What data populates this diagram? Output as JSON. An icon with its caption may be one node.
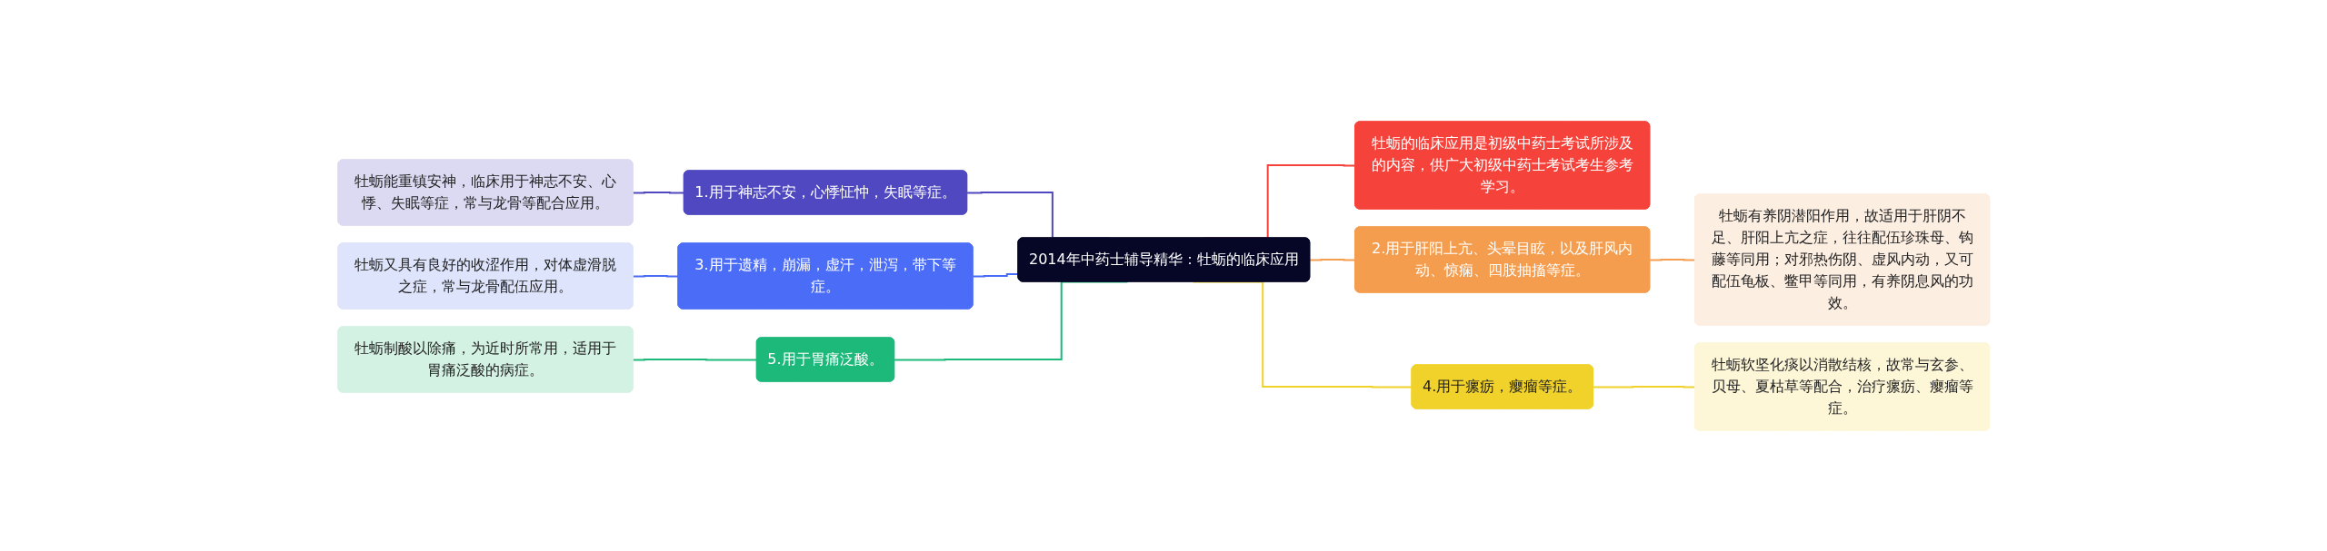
{
  "diagram": {
    "nodes": [
      {
        "text": [
          "2014年中药士辅导精华：牡蛎的临床应用"
        ]
      },
      {
        "text": [
          "1.用于神志不安，心悸怔忡，失眠等症。"
        ]
      },
      {
        "text": [
          "牡蛎能重镇安神，临床用于神志不安、心悸、失眠等症，常与龙骨等配合应用。"
        ]
      },
      {
        "text": [
          "3.用于遗精，崩漏，虚汗，泄泻，带下等症。"
        ]
      },
      {
        "text": [
          "牡蛎又具有良好的收涩作用，对体虚滑脱之症，常与龙骨配伍应用。"
        ]
      },
      {
        "text": [
          "5.用于胃痛泛酸。"
        ]
      },
      {
        "text": [
          "牡蛎制酸以除痛，为近时所常用，适用于胃痛泛酸的病症。"
        ]
      },
      {
        "text": [
          "牡蛎的临床应用是初级中药士考试所涉及的内容，供广大初级中药士考试考生参考学习。"
        ]
      },
      {
        "text": [
          "2.用于肝阳上亢、头晕目眩，以及肝风内动、惊痫、四肢抽搐等症。"
        ]
      },
      {
        "text": [
          "牡蛎有养阴潜阳作用，故适用于肝阴不足、肝阳上亢之症，往往配伍珍珠母、钩藤等同用；对邪热伤阴、虚风内动，又可配伍龟板、鳖甲等同用，有养阴息风的功效。"
        ]
      },
      {
        "text": [
          "4.用于瘰疬，瘿瘤等症。"
        ]
      },
      {
        "text": [
          "牡蛎软坚化痰以消散结核，故常与玄参、贝母、夏枯草等配合，治疗瘰疬、瘿瘤等症。"
        ]
      }
    ],
    "edges": [
      {
        "from": 0,
        "to": 1,
        "arrow": "none",
        "color": "#4f48c0"
      },
      {
        "from": 1,
        "to": 2,
        "arrow": "none",
        "color": "#4f48c0"
      },
      {
        "from": 0,
        "to": 3,
        "arrow": "none",
        "color": "#4a6cf7"
      },
      {
        "from": 3,
        "to": 4,
        "arrow": "none",
        "color": "#4a6cf7"
      },
      {
        "from": 0,
        "to": 5,
        "arrow": "none",
        "color": "#1cb97a"
      },
      {
        "from": 5,
        "to": 6,
        "arrow": "none",
        "color": "#1cb97a"
      },
      {
        "from": 0,
        "to": 7,
        "arrow": "none",
        "color": "#f5433b"
      },
      {
        "from": 0,
        "to": 8,
        "arrow": "none",
        "color": "#f59d4e"
      },
      {
        "from": 8,
        "to": 9,
        "arrow": "none",
        "color": "#f59d4e"
      },
      {
        "from": 0,
        "to": 10,
        "arrow": "none",
        "color": "#f0d22a"
      },
      {
        "from": 10,
        "to": 11,
        "arrow": "none",
        "color": "#f0d22a"
      }
    ]
  }
}
